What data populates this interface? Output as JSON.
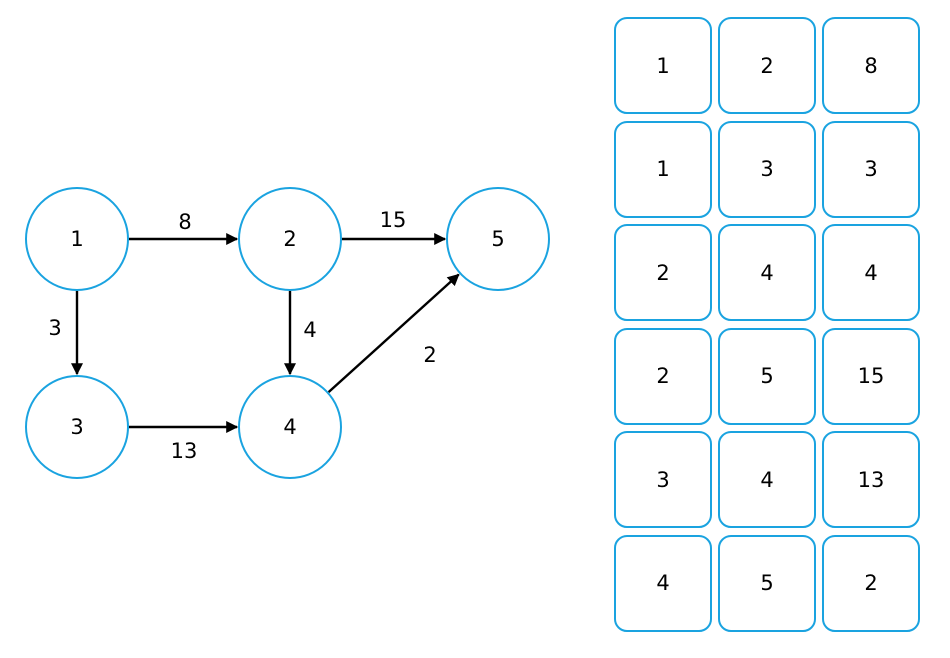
{
  "graph": {
    "nodes": [
      {
        "id": "1",
        "label": "1"
      },
      {
        "id": "2",
        "label": "2"
      },
      {
        "id": "3",
        "label": "3"
      },
      {
        "id": "4",
        "label": "4"
      },
      {
        "id": "5",
        "label": "5"
      }
    ],
    "edges": [
      {
        "from": "1",
        "to": "2",
        "weight": "8"
      },
      {
        "from": "2",
        "to": "5",
        "weight": "15"
      },
      {
        "from": "1",
        "to": "3",
        "weight": "3"
      },
      {
        "from": "2",
        "to": "4",
        "weight": "4"
      },
      {
        "from": "4",
        "to": "5",
        "weight": "2"
      },
      {
        "from": "3",
        "to": "4",
        "weight": "13"
      }
    ]
  },
  "edge_table": {
    "rows": [
      [
        "1",
        "2",
        "8"
      ],
      [
        "1",
        "3",
        "3"
      ],
      [
        "2",
        "4",
        "4"
      ],
      [
        "2",
        "5",
        "15"
      ],
      [
        "3",
        "4",
        "13"
      ],
      [
        "4",
        "5",
        "2"
      ]
    ]
  },
  "colors": {
    "node_stroke": "#1aa3e0",
    "cell_border": "#1aa3e0",
    "edge": "#000000"
  }
}
